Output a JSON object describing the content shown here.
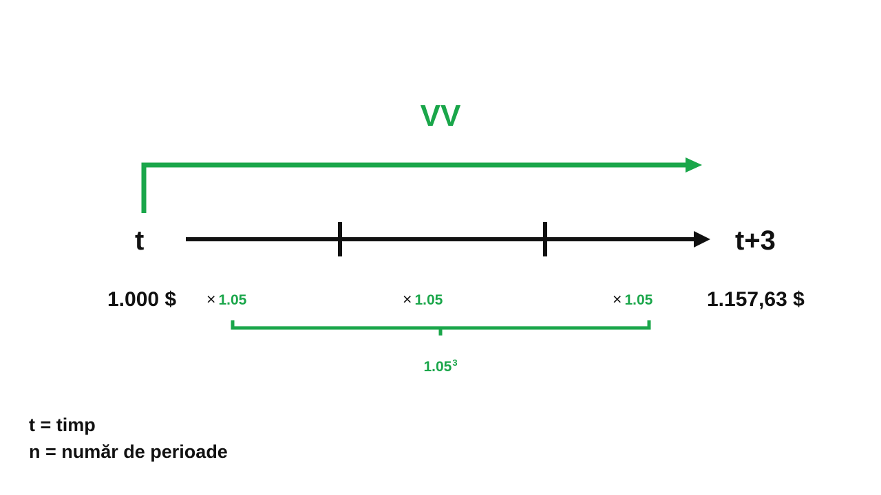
{
  "diagram": {
    "title": "VV",
    "start_label": "t",
    "end_label": "t+3",
    "start_value": "1.000 $",
    "end_value": "1.157,63 $",
    "multiplier_symbol": "×",
    "multipliers": [
      "1.05",
      "1.05",
      "1.05"
    ],
    "compound_base": "1.05",
    "compound_exponent": "3",
    "legend": [
      "t = timp",
      "n = număr de perioade"
    ]
  },
  "colors": {
    "accent_green": "#1aa64a",
    "text_dark": "#111111",
    "background": "#ffffff"
  }
}
